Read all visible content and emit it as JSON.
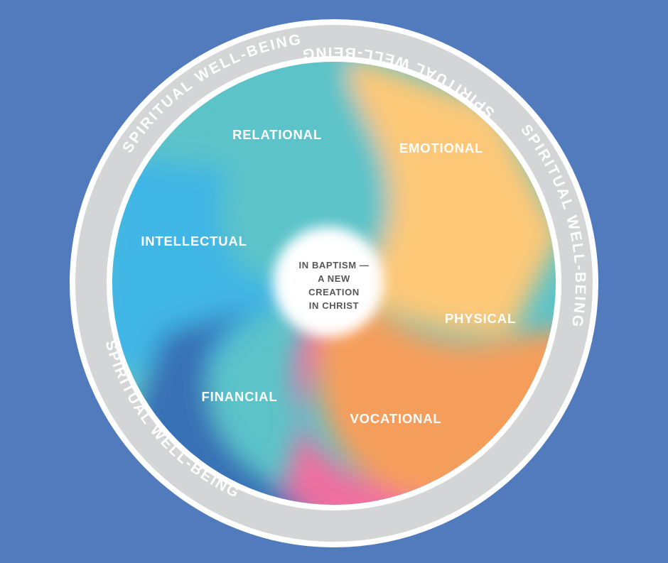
{
  "colors": {
    "background": "#517bbd",
    "ring": "#d4d5d7",
    "ring_edge": "#ffffff",
    "relational": "#5cc3c9",
    "emotional": "#fcc878",
    "physical": "#f59e5c",
    "vocational": "#ef6f9f",
    "financial": "#3970b5",
    "intellectual": "#3fb6e6",
    "center": "#ffffff",
    "center_text": "#575757"
  },
  "outer_ring": {
    "label": "SPIRITUAL WELL-BEING"
  },
  "segments": {
    "relational": "RELATIONAL",
    "emotional": "EMOTIONAL",
    "physical": "PHYSICAL",
    "vocational": "VOCATIONAL",
    "financial": "FINANCIAL",
    "intellectual": "INTELLECTUAL"
  },
  "center": {
    "lines": [
      "IN BAPTISM —",
      "A NEW",
      "CREATION",
      "IN CHRIST"
    ]
  }
}
